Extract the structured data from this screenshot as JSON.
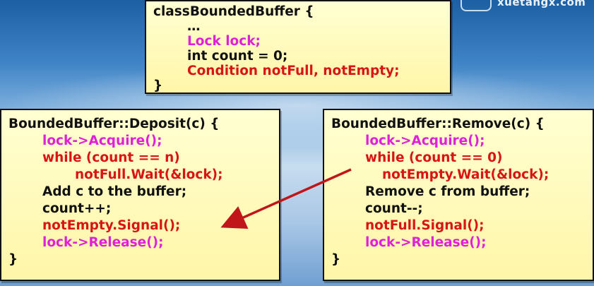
{
  "logo": {
    "text": "xuetangx.com"
  },
  "class_box": {
    "lines": [
      "classBoundedBuffer {",
      "…",
      "Lock lock;",
      "int count = 0;",
      "Condition notFull, notEmpty;",
      "}"
    ]
  },
  "deposit_box": {
    "lines": [
      "BoundedBuffer::Deposit(c) {",
      "lock->Acquire();",
      "while (count == n)",
      "notFull.Wait(&lock);",
      "Add c to the buffer;",
      "count++;",
      "notEmpty.Signal();",
      "lock->Release();",
      "}"
    ]
  },
  "remove_box": {
    "lines": [
      "BoundedBuffer::Remove(c) {",
      "lock->Acquire();",
      "while (count == 0)",
      "notEmpty.Wait(&lock);",
      "Remove c from buffer;",
      "count--;",
      "notFull.Signal();",
      "lock->Release();",
      "}"
    ]
  },
  "colors": {
    "magenta": "#e020d8",
    "red": "#d81414",
    "arrow": "#c0161a",
    "box_fill": "#fff6a8"
  }
}
